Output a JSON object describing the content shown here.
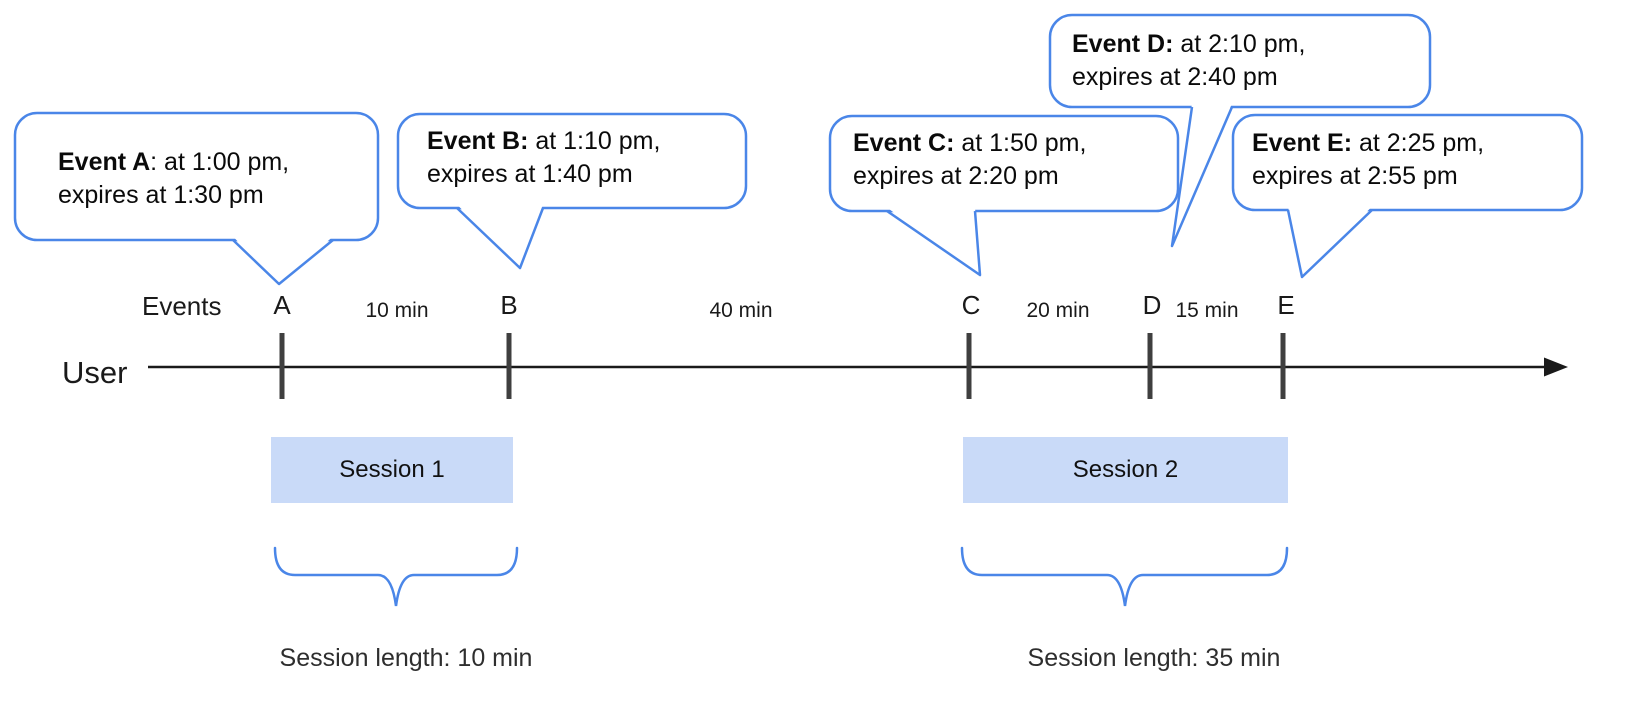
{
  "diagram": {
    "events_label": "Events",
    "user_label": "User",
    "colors": {
      "bubble_border": "#4a86e8",
      "brace": "#4a86e8",
      "session_fill": "#c9daf8",
      "tick": "#3f3f3f",
      "axis": "#1a1a1a"
    }
  },
  "bubbles": [
    {
      "id": "A",
      "bold": "Event A",
      "rest": ": at 1:00 pm,",
      "line2": "expires at 1:30 pm"
    },
    {
      "id": "B",
      "bold": "Event B:",
      "rest": " at 1:10 pm,",
      "line2": "expires at 1:40 pm"
    },
    {
      "id": "C",
      "bold": "Event C:",
      "rest": " at 1:50 pm,",
      "line2": "expires at 2:20 pm"
    },
    {
      "id": "D",
      "bold": "Event D:",
      "rest": " at 2:10 pm,",
      "line2": "expires at 2:40 pm"
    },
    {
      "id": "E",
      "bold": "Event E:",
      "rest": " at 2:25 pm,",
      "line2": "expires at 2:55 pm"
    }
  ],
  "timeline": {
    "event_marks": [
      "A",
      "B",
      "C",
      "D",
      "E"
    ],
    "intervals": [
      "10 min",
      "40 min",
      "20 min",
      "15 min"
    ]
  },
  "sessions": [
    {
      "label": "Session 1",
      "length_label": "Session length: 10 min"
    },
    {
      "label": "Session 2",
      "length_label": "Session length: 35 min"
    }
  ]
}
